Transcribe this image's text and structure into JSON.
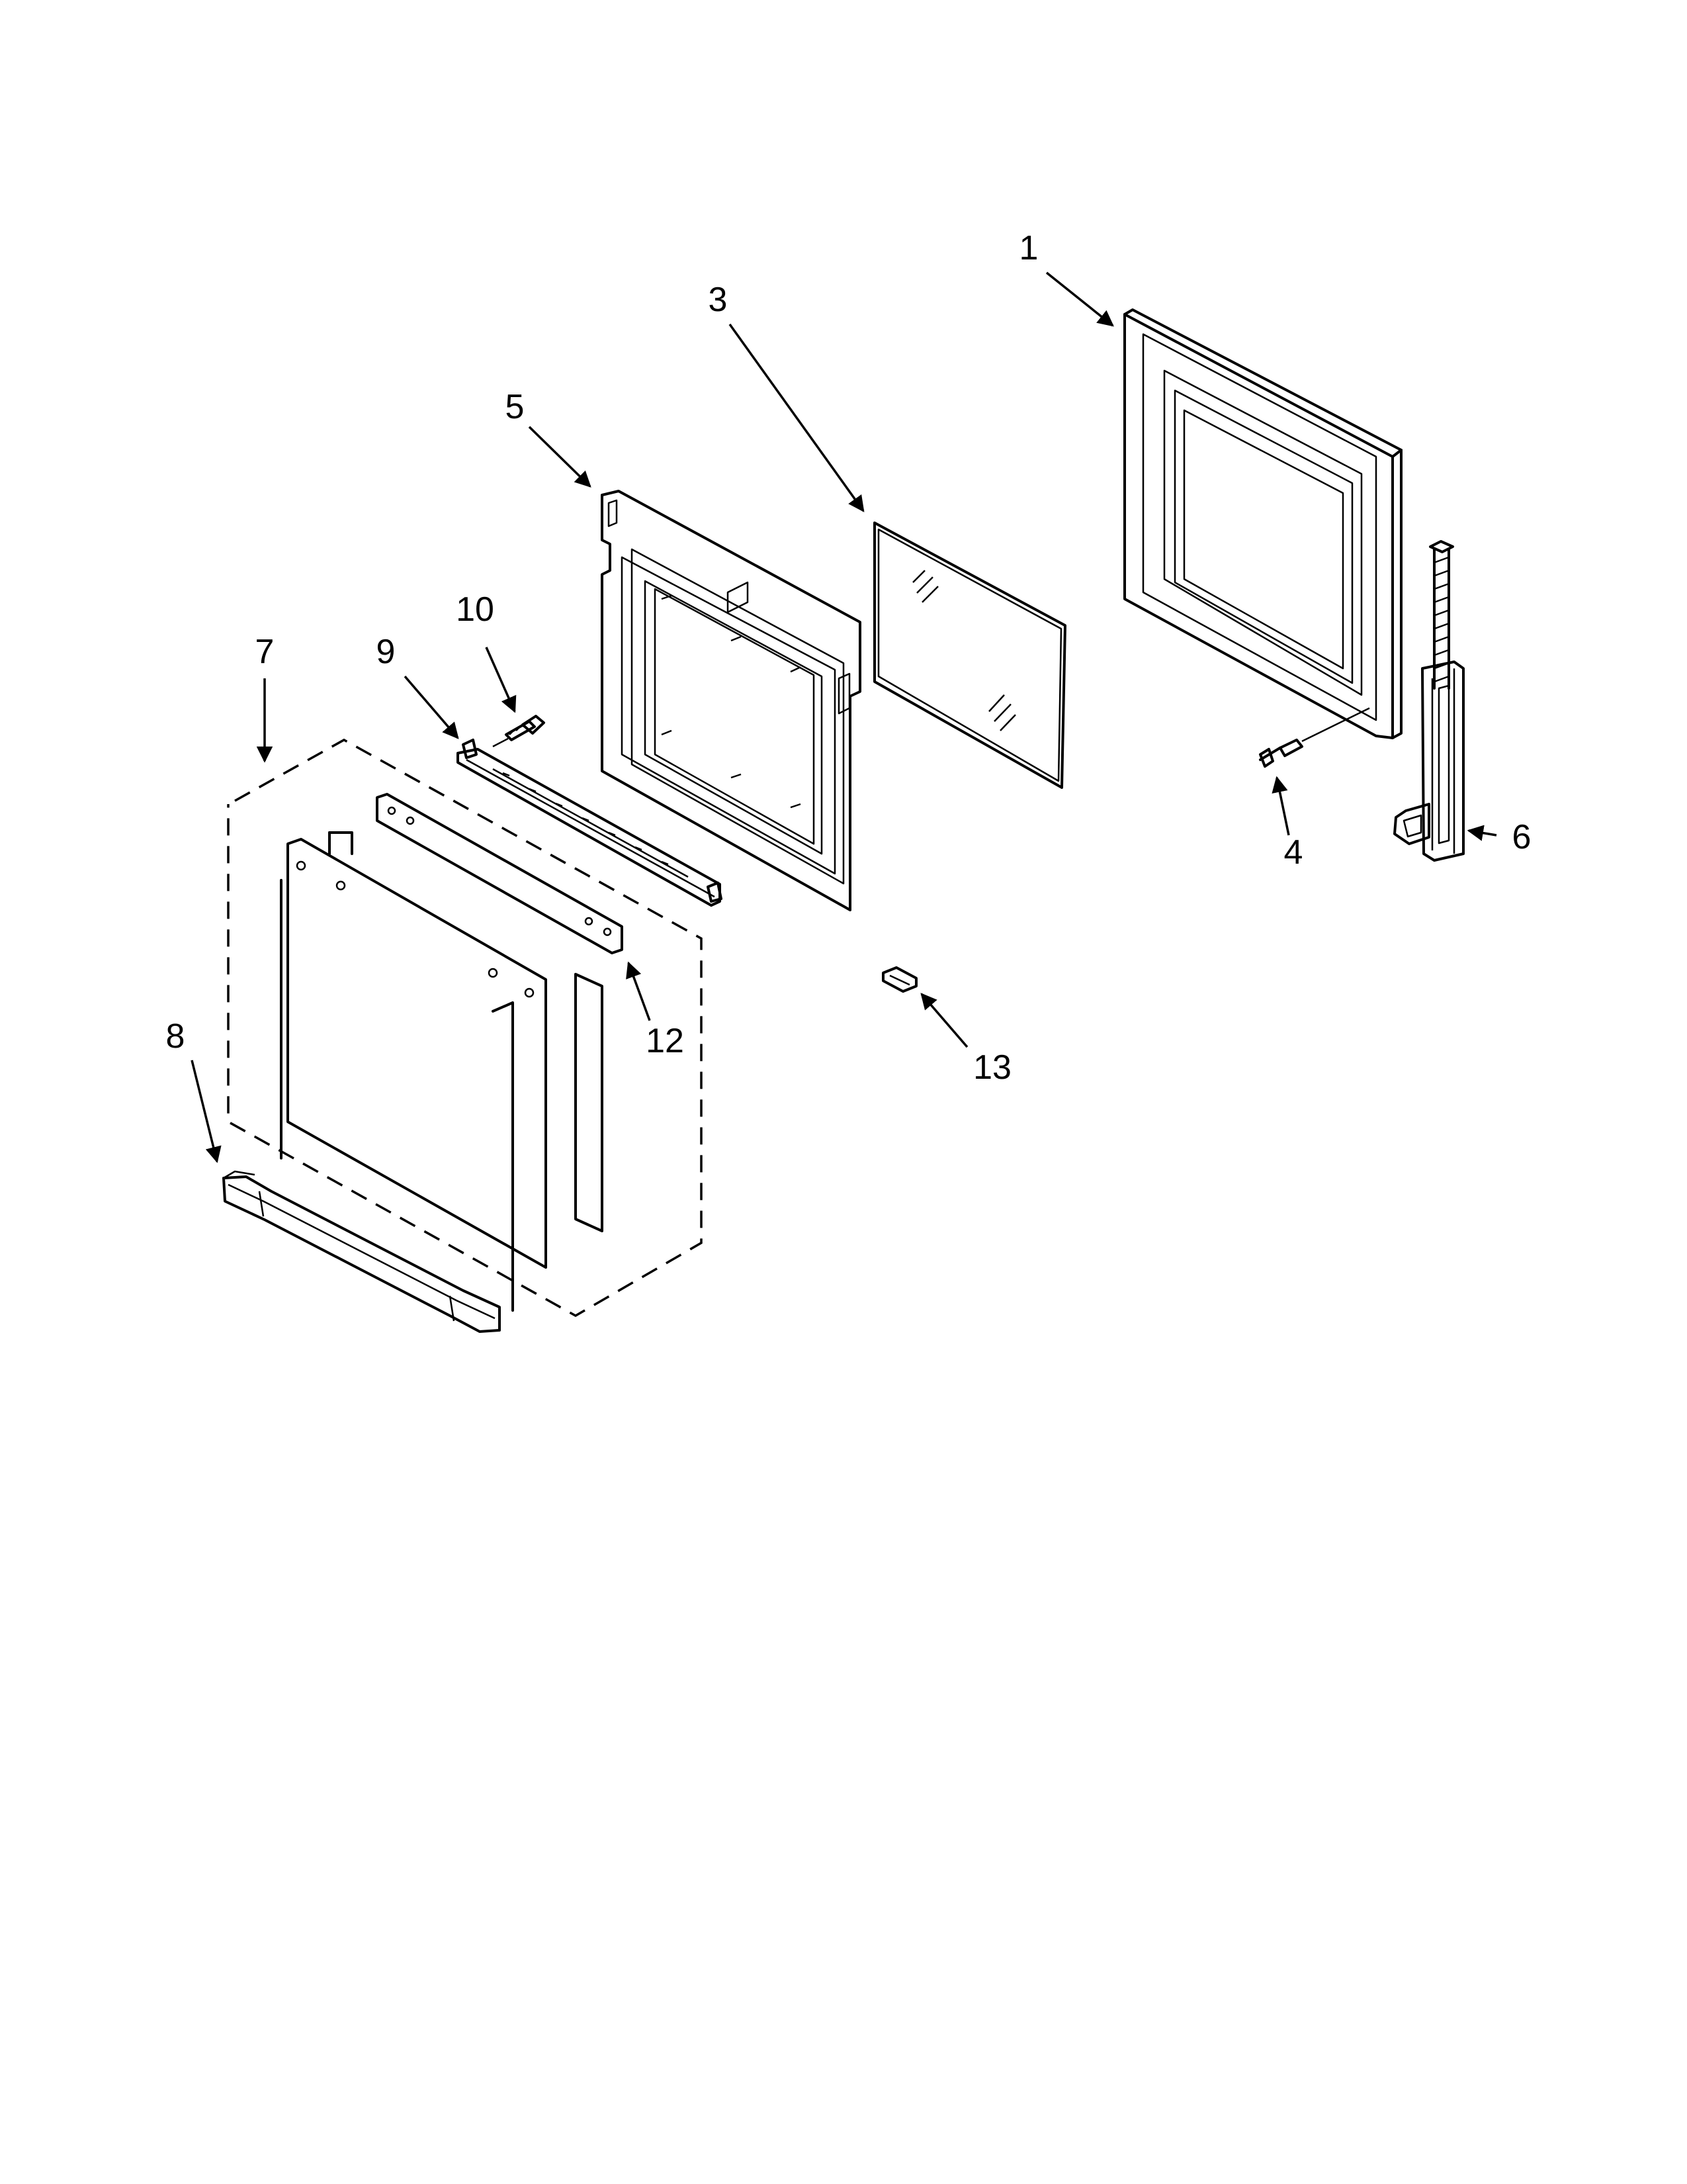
{
  "colors": {
    "line": "#000000",
    "background": "#ffffff"
  },
  "labels": {
    "p1": "1",
    "p3": "3",
    "p4": "4",
    "p5": "5",
    "p6": "6",
    "p7": "7",
    "p8": "8",
    "p9": "9",
    "p10": "10",
    "p12": "12",
    "p13": "13"
  }
}
